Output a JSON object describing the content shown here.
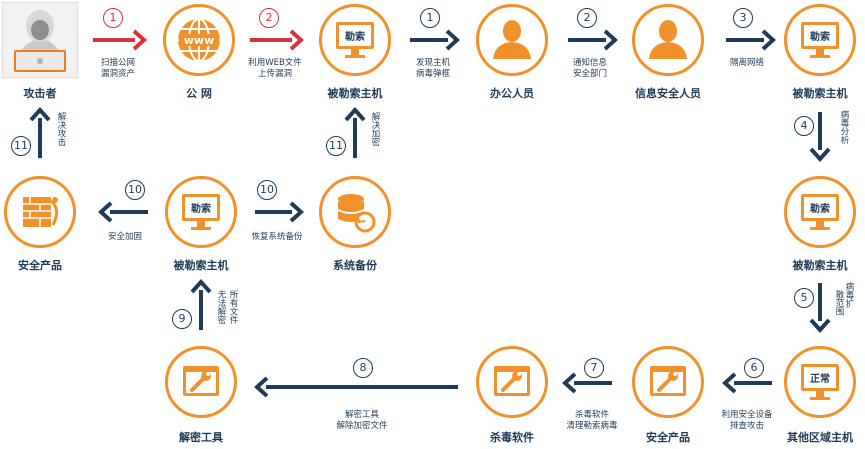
{
  "nodes": {
    "attacker": "攻击者",
    "internet": "公 网",
    "infected_host_1": "被勒索主机",
    "office_staff": "办公人员",
    "security_staff": "信息安全人员",
    "infected_host_2": "被勒索主机",
    "infected_host_3": "被勒索主机",
    "other_area_host": "其他区域主机",
    "security_product_bottom": "安全产品",
    "antivirus": "杀毒软件",
    "decrypt_tool": "解密工具",
    "infected_host_mid": "被勒索主机",
    "system_backup": "系统备份",
    "security_product_left": "安全产品"
  },
  "screen_labels": {
    "ransom": "勒索",
    "normal": "正常",
    "www": "www"
  },
  "steps": {
    "s1_attack": {
      "num": "1",
      "line1": "扫描公网",
      "line2": "漏洞资产"
    },
    "s2_attack": {
      "num": "2",
      "line1": "利用WEB文件",
      "line2": "上传漏洞"
    },
    "s1_discover": {
      "num": "1",
      "line1": "发现主机",
      "line2": "病毒弹框"
    },
    "s2_notify": {
      "num": "2",
      "line1": "通知信息",
      "line2": "安全部门"
    },
    "s3_isolate": {
      "num": "3",
      "line1": "隔离网络"
    },
    "s4_analyze": {
      "num": "4",
      "vtext": "病毒分析"
    },
    "s5_spread": {
      "num": "5",
      "vtext1": "病毒扩",
      "vtext2": "散范围"
    },
    "s6_scan": {
      "num": "6",
      "line1": "利用安全设备",
      "line2": "排查攻击"
    },
    "s7_kill": {
      "num": "7",
      "line1": "杀毒软件",
      "line2": "清理勒索病毒"
    },
    "s8_decrypt": {
      "num": "8",
      "line1": "解密工具",
      "line2": "解除加密文件"
    },
    "s9_fail": {
      "num": "9",
      "vtext1": "所有文件",
      "vtext2": "无法解密"
    },
    "s10_restore": {
      "num": "10",
      "line1": "恢复系统备份"
    },
    "s10_harden": {
      "num": "10",
      "line1": "安全加固"
    },
    "s11_decrypt": {
      "num": "11",
      "vtext": "解决加密"
    },
    "s11_attack": {
      "num": "11",
      "vtext": "解决攻击"
    }
  },
  "colors": {
    "orange": "#f0912b",
    "navy": "#1f3b57",
    "red": "#d9323c"
  }
}
